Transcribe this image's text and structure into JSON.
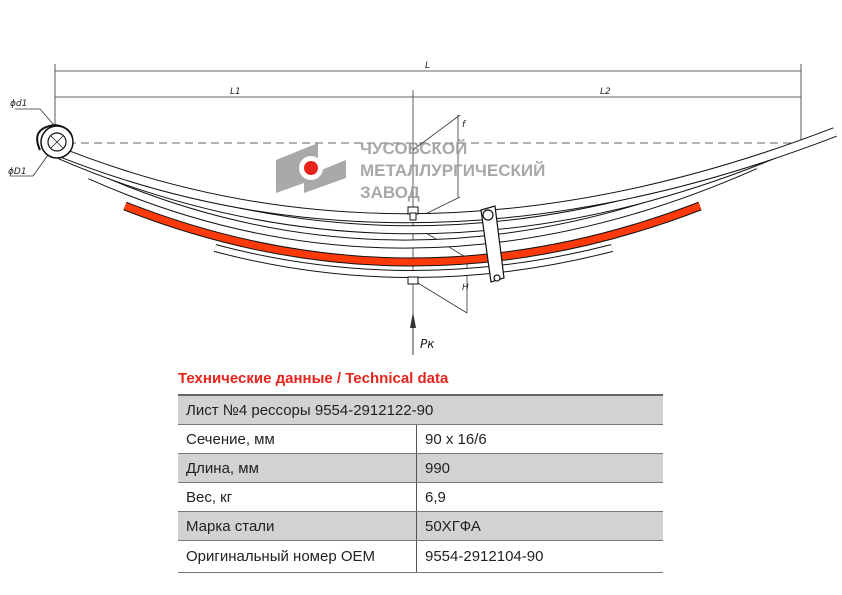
{
  "drawing": {
    "dim_L": "L",
    "dim_L1": "L1",
    "dim_L2": "L2",
    "dim_d1": "ϕd1",
    "dim_D1": "ϕD1",
    "dim_f": "f",
    "dim_H": "H",
    "load": "Pк",
    "leaf_highlight_color": "#ff3a0a"
  },
  "logo": {
    "line1": "ЧУСОВСКОЙ",
    "line2": "МЕТАЛЛУРГИЧЕСКИЙ",
    "line3": "ЗАВОД"
  },
  "table": {
    "title": "Технические данные / Technical data",
    "header": "Лист №4 рессоры 9554-2912122-90",
    "rows": [
      {
        "label": "Сечение, мм",
        "value": "90 x 16/6"
      },
      {
        "label": "Длина, мм",
        "value": "990"
      },
      {
        "label": "Вес, кг",
        "value": "6,9"
      },
      {
        "label": "Марка стали",
        "value": "50ХГФА"
      },
      {
        "label": "Оригинальный номер OEM",
        "value": "9554-2912104-90"
      }
    ]
  }
}
